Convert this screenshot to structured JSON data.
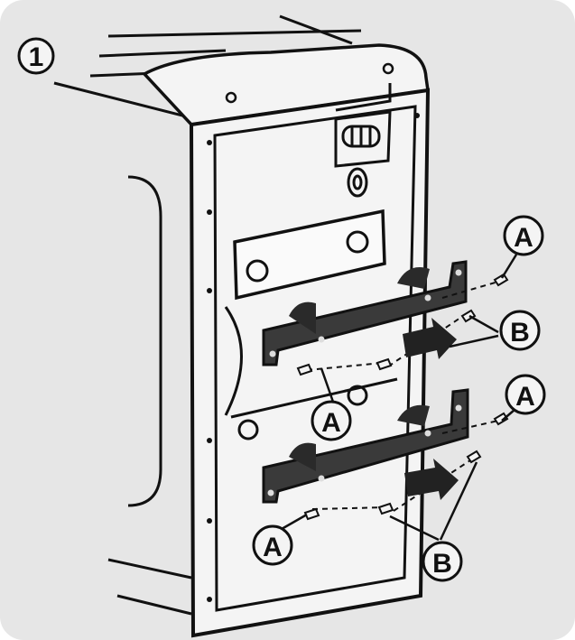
{
  "step": {
    "number": "1"
  },
  "labels": {
    "a": "A",
    "b": "B"
  },
  "colors": {
    "background": "#e6e6e6",
    "line": "#111111",
    "bracket": "#3a3a3a",
    "panel": "#f4f4f4"
  }
}
